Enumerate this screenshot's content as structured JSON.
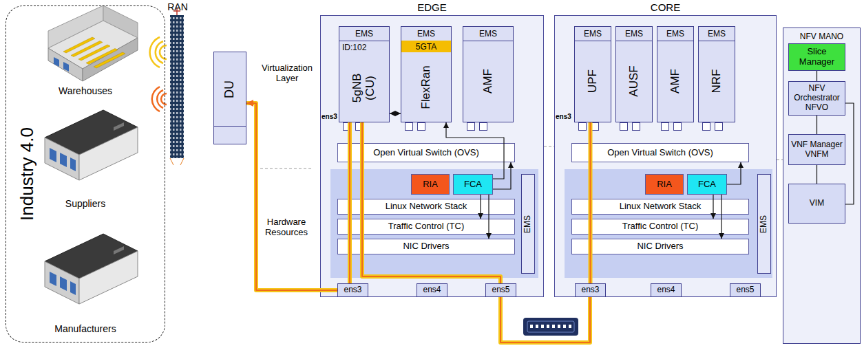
{
  "diagram": {
    "nodes": [
      {
        "text": [
          "Industry 4.0"
        ]
      },
      {
        "text": [
          "DU"
        ]
      },
      {
        "text": [
          "EDGE"
        ]
      },
      {
        "text": [
          "EMS",
          "ID:102",
          "5gNB (CU)"
        ],
        "in": 2
      },
      {
        "text": [
          "EMS",
          "5GTA",
          "FlexRan"
        ],
        "in": 2
      },
      {
        "text": [
          "EMS",
          "AMF"
        ],
        "in": 2
      },
      {
        "text": [
          "Open Virtual Switch (OVS)"
        ],
        "in": 2
      },
      {
        "text": [
          "RIA"
        ],
        "in": 2
      },
      {
        "text": [
          "FCA"
        ],
        "in": 2
      },
      {
        "text": [
          "Linux Network Stack"
        ],
        "in": 2
      },
      {
        "text": [
          "Traffic Control (TC)"
        ],
        "in": 2
      },
      {
        "text": [
          "NIC Drivers"
        ],
        "in": 2
      },
      {
        "text": [
          "EMS"
        ],
        "in": 2
      },
      {
        "text": [
          "ens3"
        ],
        "in": 2
      },
      {
        "text": [
          "ens4"
        ],
        "in": 2
      },
      {
        "text": [
          "ens5"
        ],
        "in": 2
      },
      {
        "text": [
          "CORE"
        ]
      },
      {
        "text": [
          "EMS",
          "UPF"
        ],
        "in": 16
      },
      {
        "text": [
          "EMS",
          "AUSF"
        ],
        "in": 16
      },
      {
        "text": [
          "EMS",
          "AMF"
        ],
        "in": 16
      },
      {
        "text": [
          "EMS",
          "NRF"
        ],
        "in": 16
      },
      {
        "text": [
          "Open Virtual Switch (OVS)"
        ],
        "in": 16
      },
      {
        "text": [
          "RIA"
        ],
        "in": 16
      },
      {
        "text": [
          "FCA"
        ],
        "in": 16
      },
      {
        "text": [
          "Linux Network Stack"
        ],
        "in": 16
      },
      {
        "text": [
          "Traffic Control (TC)"
        ],
        "in": 16
      },
      {
        "text": [
          "NIC Drivers"
        ],
        "in": 16
      },
      {
        "text": [
          "EMS"
        ],
        "in": 16
      },
      {
        "text": [
          "ens3"
        ],
        "in": 16
      },
      {
        "text": [
          "ens4"
        ],
        "in": 16
      },
      {
        "text": [
          "ens5"
        ],
        "in": 16
      },
      {
        "text": [
          "NFV MANO"
        ]
      },
      {
        "text": [
          "Slice Manager"
        ],
        "in": 31
      },
      {
        "text": [
          "NFV Orchestrator NFVO"
        ],
        "in": 31
      },
      {
        "text": [
          "VNF Manager VNFM"
        ],
        "in": 31
      },
      {
        "text": [
          "VIM"
        ],
        "in": 31
      }
    ],
    "edges": [
      {
        "from": 32,
        "to": 33,
        "arrow": "none"
      },
      {
        "from": 33,
        "to": 34,
        "arrow": "none"
      },
      {
        "from": 34,
        "to": 35,
        "arrow": "none"
      },
      {
        "from": 33,
        "to": 35,
        "arrow": "none"
      },
      {
        "from": 3,
        "to": 4,
        "arrow": "both"
      },
      {
        "from": 8,
        "to": 4,
        "arrow": "to"
      },
      {
        "from": 8,
        "to": 6,
        "arrow": "to"
      },
      {
        "from": 8,
        "to": 10,
        "arrow": "to"
      },
      {
        "from": 8,
        "to": 11,
        "arrow": "to"
      },
      {
        "from": 23,
        "to": 21,
        "arrow": "to"
      },
      {
        "from": 23,
        "to": 25,
        "arrow": "to"
      },
      {
        "from": 23,
        "to": 26,
        "arrow": "to"
      },
      {
        "from": 13,
        "to": 1,
        "arrow": "to"
      },
      {
        "from": 13,
        "to": 3,
        "arrow": "none"
      },
      {
        "from": 3,
        "to": 15,
        "arrow": "none"
      },
      {
        "from": 15,
        "to": 28,
        "arrow": "none"
      },
      {
        "from": 28,
        "to": 17,
        "arrow": "none"
      }
    ],
    "labels": [
      "RAN",
      "Virtualization Layer",
      "Hardware Resources",
      "Warehouses",
      "Suppliers",
      "Manufacturers",
      "ens3",
      "ens3"
    ]
  }
}
